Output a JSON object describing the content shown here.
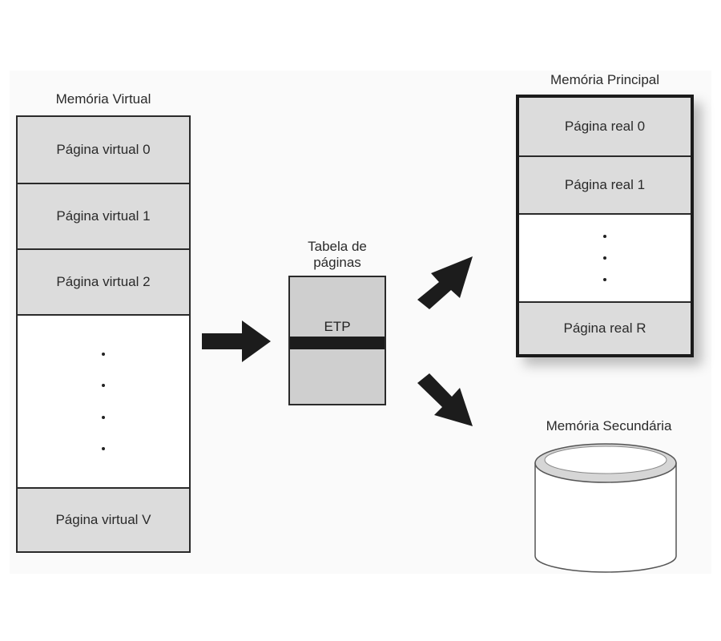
{
  "virtual_memory": {
    "title": "Memória Virtual",
    "pages": [
      "Página virtual 0",
      "Página virtual 1",
      "Página virtual 2"
    ],
    "last_page": "Página virtual V"
  },
  "page_table": {
    "title_line1": "Tabela de",
    "title_line2": "páginas",
    "entry": "ETP"
  },
  "main_memory": {
    "title": "Memória Principal",
    "pages": [
      "Página real 0",
      "Página real 1"
    ],
    "last_page": "Página real R"
  },
  "secondary_memory": {
    "title": "Memória Secundária"
  },
  "colors": {
    "cell_fill": "#dcdcdc",
    "table_fill": "#cfcfcf",
    "arrow": "#1c1c1c"
  }
}
